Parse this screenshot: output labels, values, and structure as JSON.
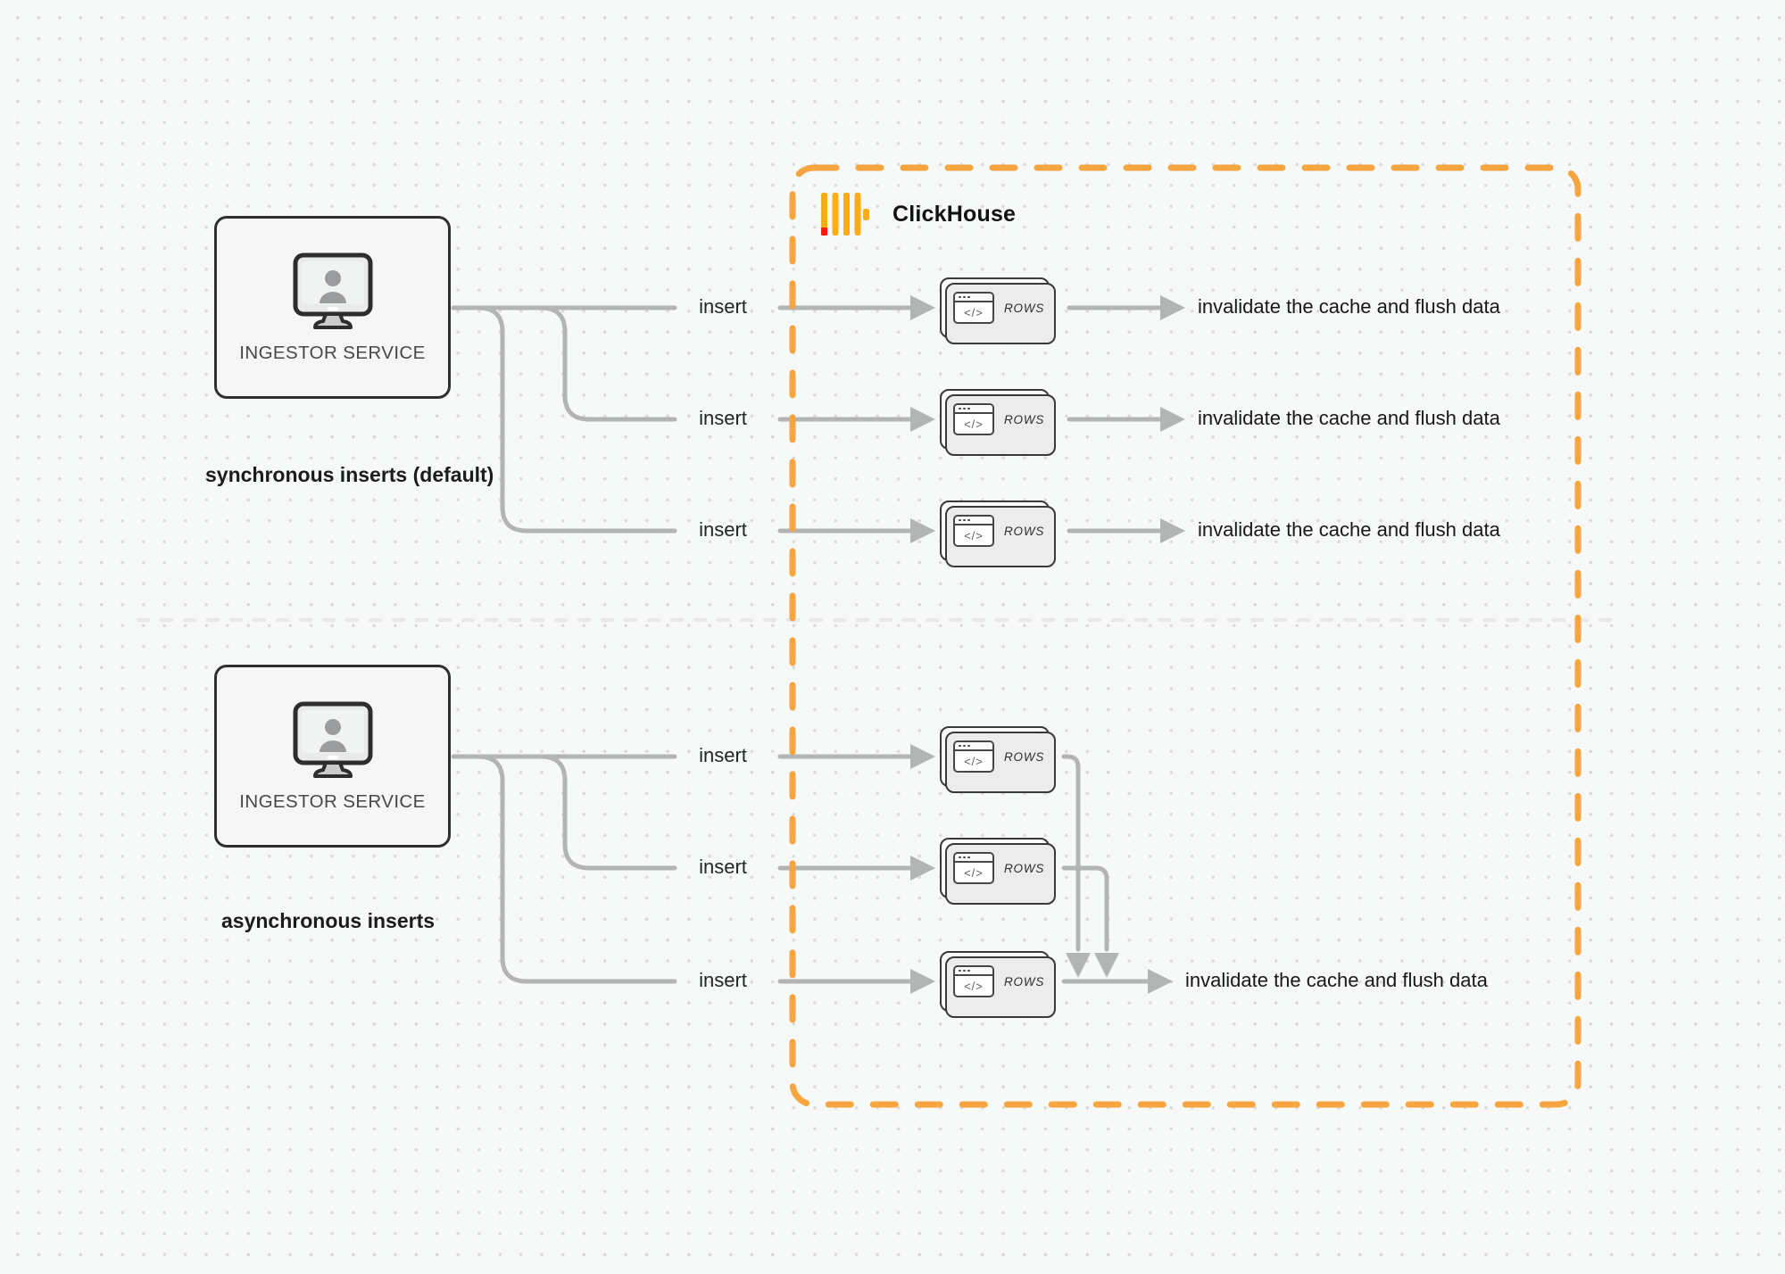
{
  "brand": {
    "name": "ClickHouse"
  },
  "icons": {
    "code_glyph": "</>"
  },
  "sync_section": {
    "service_label": "INGESTOR SERVICE",
    "caption": "synchronous inserts (default)",
    "rows": [
      {
        "insert_label": "insert",
        "card_label": "ROWS",
        "result": "invalidate the cache and flush data"
      },
      {
        "insert_label": "insert",
        "card_label": "ROWS",
        "result": "invalidate the cache and flush data"
      },
      {
        "insert_label": "insert",
        "card_label": "ROWS",
        "result": "invalidate the cache and flush data"
      }
    ]
  },
  "async_section": {
    "service_label": "INGESTOR SERVICE",
    "caption": "asynchronous inserts",
    "rows": [
      {
        "insert_label": "insert",
        "card_label": "ROWS"
      },
      {
        "insert_label": "insert",
        "card_label": "ROWS"
      },
      {
        "insert_label": "insert",
        "card_label": "ROWS"
      }
    ],
    "result": "invalidate the cache and flush data"
  },
  "colors": {
    "accent_orange": "#F7A53E",
    "logo_amber": "#FBAD14",
    "logo_red": "#FB1B0E",
    "wire_gray": "#B3B4B4",
    "divider_gray": "#E8E8E9"
  }
}
